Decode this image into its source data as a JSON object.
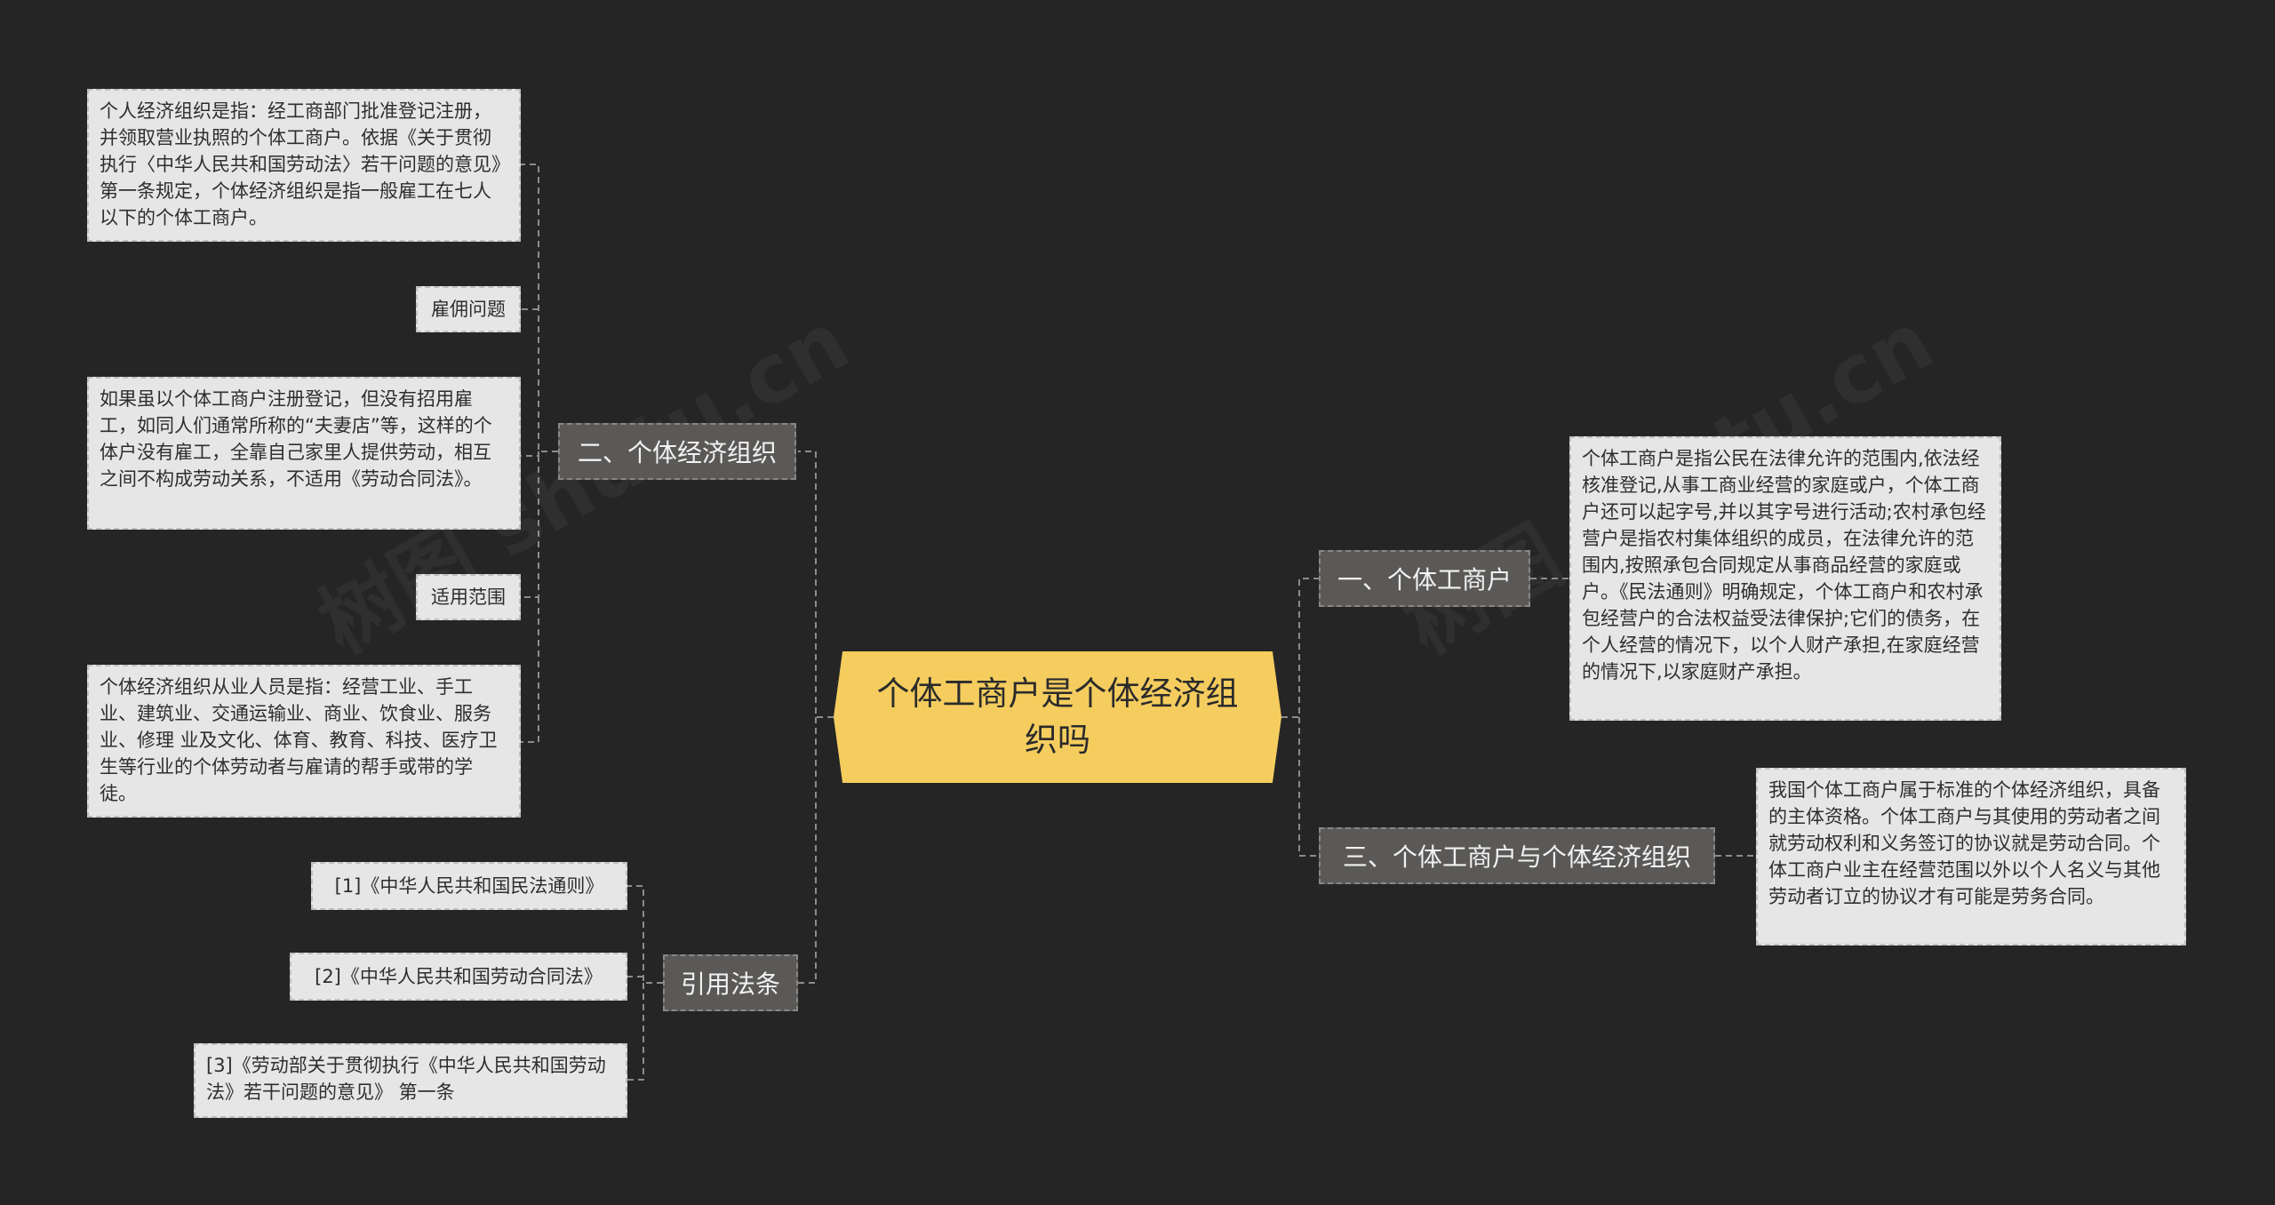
{
  "root": {
    "title": "个体工商户是个体经济组织吗"
  },
  "watermark": "树图 shutu.cn",
  "branches": {
    "b2": {
      "label": "二、个体经济组织",
      "children": [
        "个人经济组织是指：经工商部门批准登记注册，并领取营业执照的个体工商户。依据《关于贯彻执行〈中华人民共和国劳动法〉若干问题的意见》第一条规定，个体经济组织是指一般雇工在七人以下的个体工商户。",
        "雇佣问题",
        "如果虽以个体工商户注册登记，但没有招用雇工，如同人们通常所称的“夫妻店”等，这样的个体户没有雇工，全靠自己家里人提供劳动，相互之间不构成劳动关系，不适用《劳动合同法》。",
        "适用范围",
        "个体经济组织从业人员是指：经营工业、手工业、建筑业、交通运输业、商业、饮食业、服务业、修理 业及文化、体育、教育、科技、医疗卫生等行业的个体劳动者与雇请的帮手或带的学徒。"
      ]
    },
    "law": {
      "label": "引用法条",
      "children": [
        "[1]《中华人民共和国民法通则》",
        "[2]《中华人民共和国劳动合同法》",
        "[3]《劳动部关于贯彻执行《中华人民共和国劳动法》若干问题的意见》 第一条"
      ]
    },
    "b1": {
      "label": "一、个体工商户",
      "children": [
        "个体工商户是指公民在法律允许的范围内,依法经核准登记,从事工商业经营的家庭或户，个体工商户还可以起字号,并以其字号进行活动;农村承包经营户是指农村集体组织的成员，在法律允许的范围内,按照承包合同规定从事商品经营的家庭或户。《民法通则》明确规定，个体工商户和农村承包经营户的合法权益受法律保护;它们的债务，在个人经营的情况下，以个人财产承担,在家庭经营的情况下,以家庭财产承担。"
      ]
    },
    "b3": {
      "label": "三、个体工商户与个体经济组织",
      "children": [
        "我国个体工商户属于标准的个体经济组织，具备的主体资格。个体工商户与其使用的劳动者之间就劳动权利和义务签订的协议就是劳动合同。个体工商户业主在经营范围以外以个人名义与其他劳动者订立的协议才有可能是劳务合同。"
      ]
    }
  }
}
